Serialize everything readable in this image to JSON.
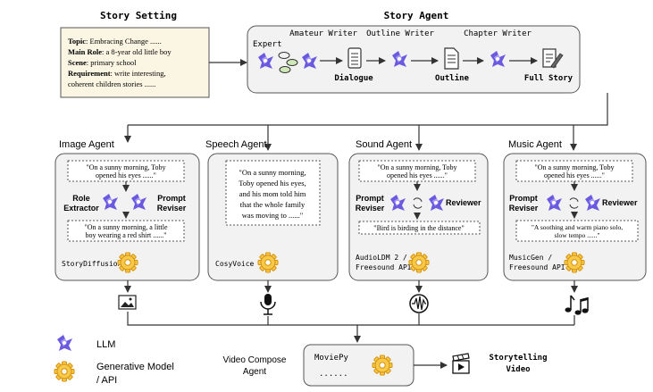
{
  "colors": {
    "llm_purple": "#6a5ae0",
    "llm_light": "#a99cf6",
    "gear_fill": "#f7c948",
    "gear_stroke": "#d9920d",
    "setting_bg": "#fbf6e3",
    "agent_bg": "#f2f2f2",
    "dialogue_green": "#cfe8b8"
  },
  "story_setting": {
    "title": "Story Setting",
    "lines": [
      {
        "key": "Topic",
        "value": ": Embracing Change ......"
      },
      {
        "key": "Main Role",
        "value": ": a 8-year old little boy"
      },
      {
        "key": "Scene",
        "value": ": primary school"
      },
      {
        "key": "Requirement",
        "value": ": write interesting,"
      },
      {
        "key": "",
        "value": "coherent children stories ......"
      }
    ]
  },
  "story_agent": {
    "title": "Story Agent",
    "expert": "Expert",
    "amateur_writer": "Amateur Writer",
    "outline_writer": "Outline Writer",
    "chapter_writer": "Chapter Writer",
    "dialogue": "Dialogue",
    "outline": "Outline",
    "full_story": "Full Story"
  },
  "image_agent": {
    "title": "Image Agent",
    "quote_in": [
      "\"On a sunny morning, Toby",
      "opened his eyes ......\""
    ],
    "role_extractor": [
      "Role",
      "Extractor"
    ],
    "prompt_reviser": [
      "Prompt",
      "Reviser"
    ],
    "quote_out": [
      "\"On a sunny morning, a little",
      "boy wearing a red shirt ......\""
    ],
    "model": "StoryDiffusion",
    "output_icon": "image-icon"
  },
  "speech_agent": {
    "title": "Speech Agent",
    "quote": [
      "\"On a sunny morning,",
      "Toby opened his eyes,",
      "and his mom told him",
      "that the whole family",
      "was moving to ......\""
    ],
    "model": "CosyVoice",
    "output_icon": "microphone-icon"
  },
  "sound_agent": {
    "title": "Sound Agent",
    "quote_in": [
      "\"On a sunny morning, Toby",
      "opened his eyes ......\""
    ],
    "prompt_reviser": [
      "Prompt",
      "Reviser"
    ],
    "reviewer": "Reviewer",
    "quote_out": "\"Bird is birding in the distance\"",
    "model": [
      "AudioLDM 2 /",
      "Freesound API"
    ],
    "output_icon": "waveform-icon"
  },
  "music_agent": {
    "title": "Music Agent",
    "quote_in": [
      "\"On a sunny morning, Toby",
      "opened his eyes ......\""
    ],
    "prompt_reviser": [
      "Prompt",
      "Reviser"
    ],
    "reviewer": "Reviewer",
    "quote_out": [
      "\"A soothing and warm piano solo,",
      "slow tempo ......\""
    ],
    "model": [
      "MusicGen /",
      "Freesound API"
    ],
    "output_icon": "music-note-icon"
  },
  "legend": {
    "llm": "LLM",
    "gen_model": [
      "Generative Model",
      "/ API"
    ]
  },
  "video": {
    "agent_label": [
      "Video Compose",
      "Agent"
    ],
    "box_title": "MoviePy",
    "box_dots": "......",
    "output": [
      "Storytelling",
      "Video"
    ]
  }
}
